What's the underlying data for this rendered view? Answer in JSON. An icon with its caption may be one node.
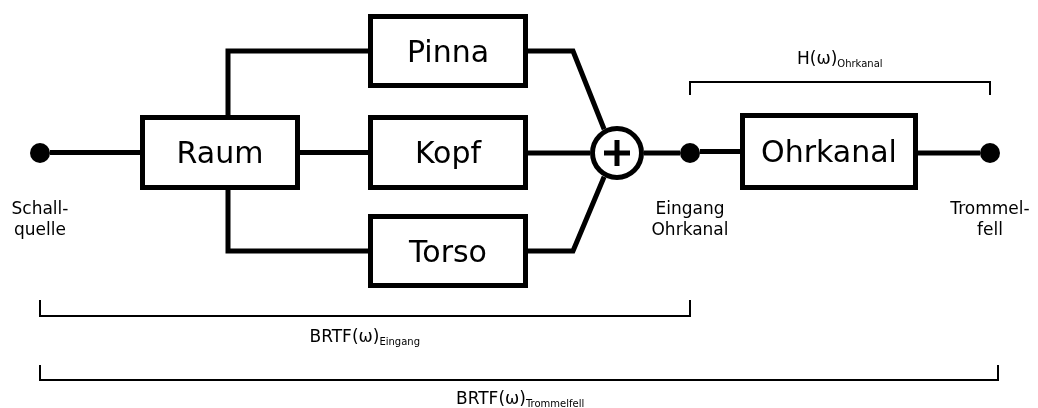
{
  "diagram": {
    "nodes": [
      {
        "text": [],
        "shape": "circle",
        "beside": [
          "Schall- quelle"
        ]
      },
      {
        "text": [
          "Raum"
        ]
      },
      {
        "text": [
          "Pinna"
        ]
      },
      {
        "text": [
          "Kopf"
        ]
      },
      {
        "text": [
          "Torso"
        ]
      },
      {
        "text": [],
        "shape": "circle"
      },
      {
        "text": [],
        "shape": "circle"
      },
      {
        "text": [
          "Ohrkanal"
        ]
      },
      {
        "text": [],
        "shape": "circle"
      }
    ],
    "edges": [
      {
        "from": 0,
        "to": 1,
        "arrow": "none"
      },
      {
        "from": 1,
        "to": 2,
        "arrow": "none"
      },
      {
        "from": 1,
        "to": 3,
        "arrow": "none"
      },
      {
        "from": 1,
        "to": 4,
        "arrow": "none"
      },
      {
        "from": 2,
        "to": 5,
        "arrow": "none"
      },
      {
        "from": 3,
        "to": 5,
        "arrow": "none"
      },
      {
        "from": 4,
        "to": 5,
        "arrow": "none"
      },
      {
        "from": 5,
        "to": 6,
        "arrow": "none"
      },
      {
        "from": 6,
        "to": 7,
        "arrow": "none"
      },
      {
        "from": 7,
        "to": 8,
        "arrow": "none"
      }
    ],
    "labels": [
      "H(ω)$_{Ohrkanal}$",
      "Eingang Ohrkanal",
      "Trommel- fell",
      "BRTF(ω)$_{Eingang}$",
      "BRTF(ω)$_{Trommelfell}$"
    ]
  }
}
